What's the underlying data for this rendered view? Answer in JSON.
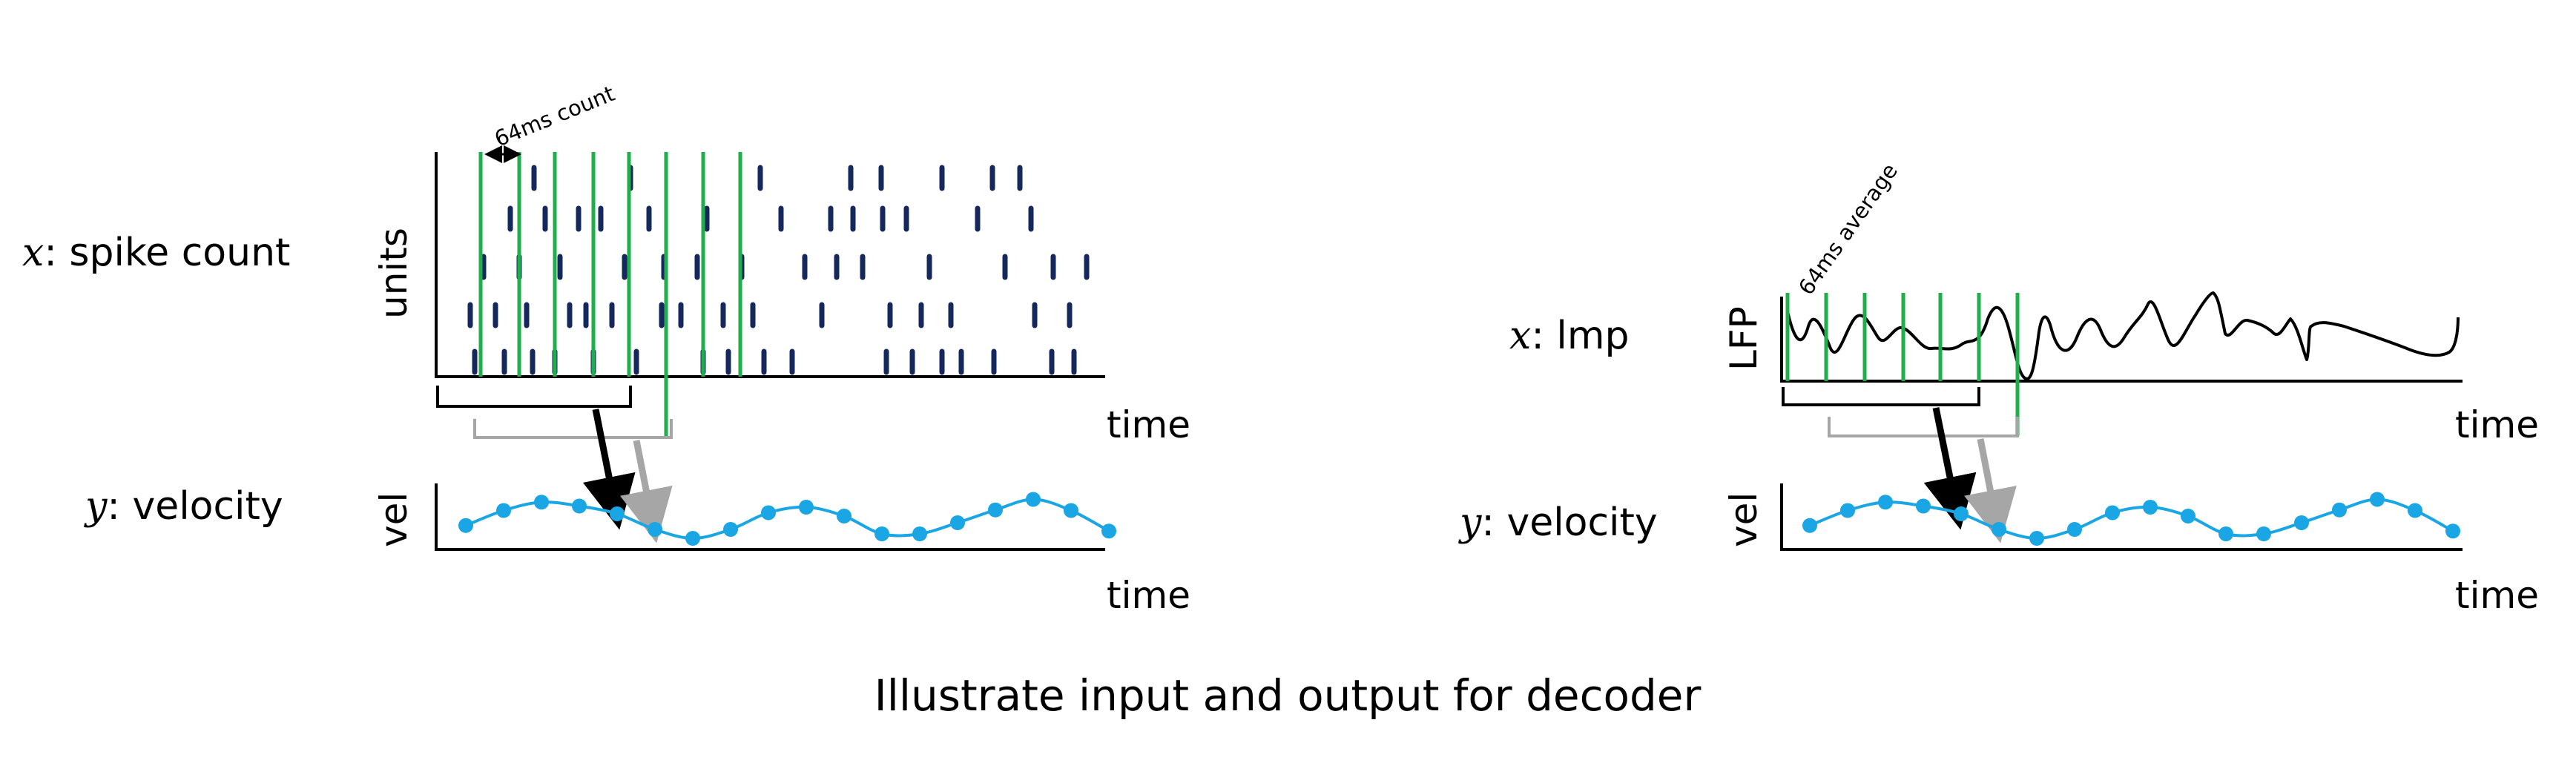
{
  "caption": "Illustrate input and output for decoder",
  "colors": {
    "spike": "#14285c",
    "window": "#1fae4b",
    "velocity": "#1aa6e4",
    "bracket_current": "#000000",
    "bracket_next": "#a6a6a6"
  },
  "spike_panel": {
    "x_var": "x",
    "x_label": ": spike count",
    "y_var": "y",
    "y_label": ": velocity",
    "raster_ylabel": "units",
    "vel_ylabel": "vel",
    "time_label_top": "time",
    "time_label_bottom": "time",
    "window_annotation": "64ms count"
  },
  "lmp_panel": {
    "x_var": "x",
    "x_label": ": lmp",
    "y_var": "y",
    "y_label": ": velocity",
    "lfp_ylabel": "LFP",
    "vel_ylabel": "vel",
    "time_label_top": "time",
    "time_label_bottom": "time",
    "window_annotation": "64ms average"
  },
  "velocity_trace": {
    "samples": [
      0.35,
      0.62,
      0.77,
      0.7,
      0.56,
      0.28,
      0.12,
      0.28,
      0.58,
      0.68,
      0.52,
      0.2,
      0.2,
      0.4,
      0.63,
      0.82,
      0.62,
      0.25
    ]
  }
}
